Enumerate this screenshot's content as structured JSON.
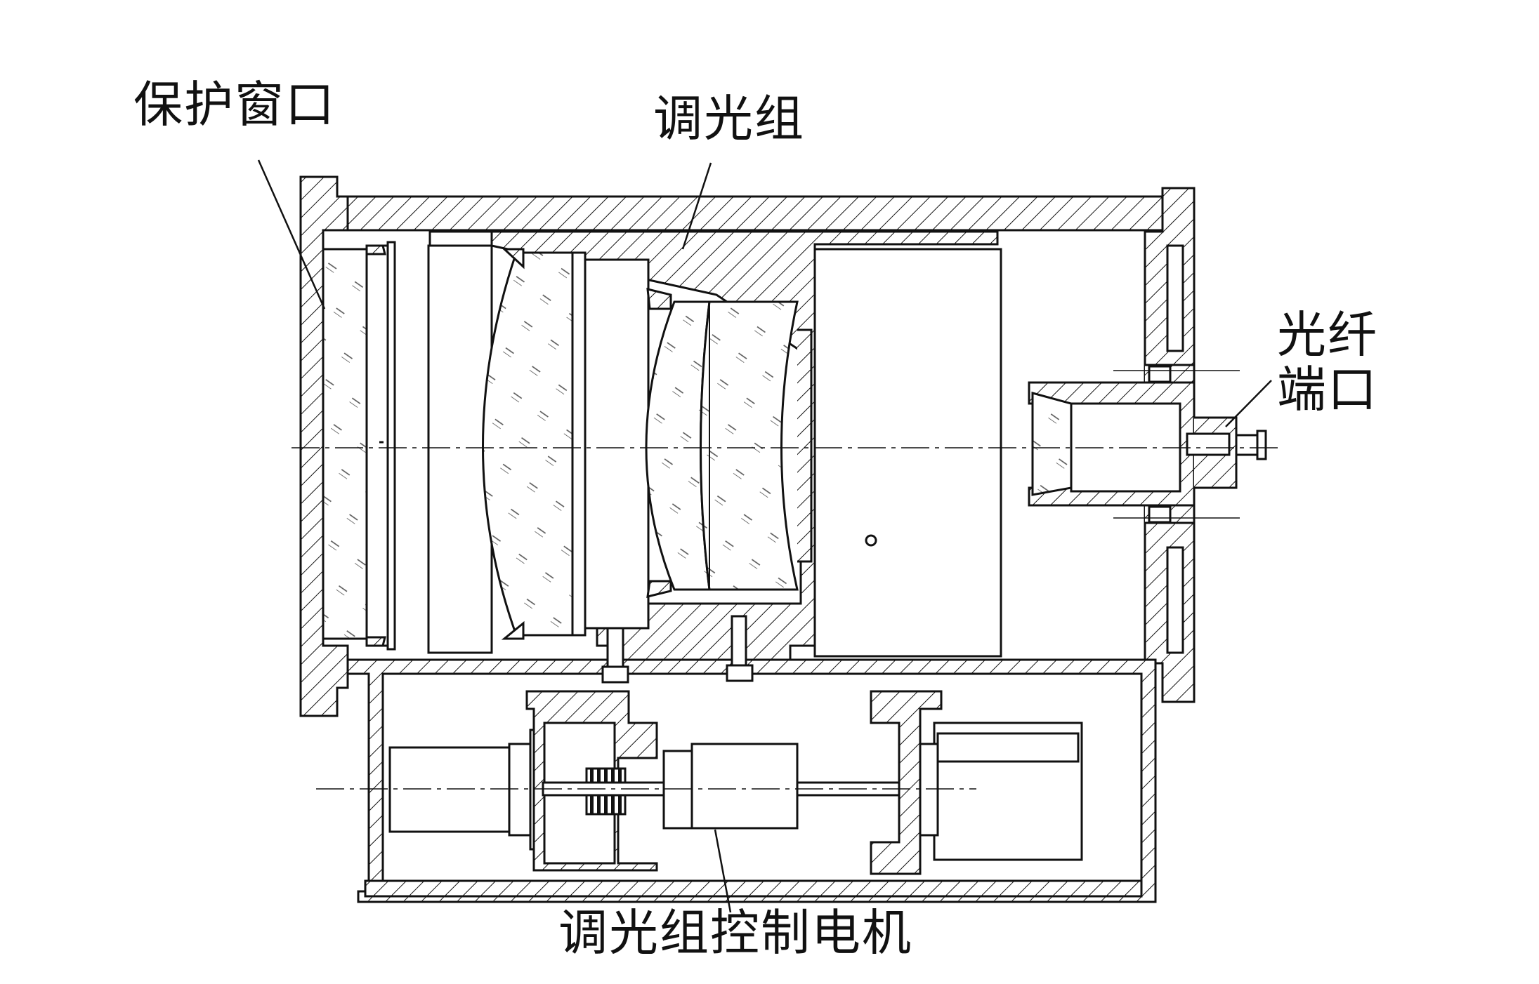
{
  "labels": {
    "protective_window": "保护窗口",
    "dimming_group": "调光组",
    "fiber_port": "光纤\n端口",
    "dimming_group_motor": "调光组控制电机"
  }
}
